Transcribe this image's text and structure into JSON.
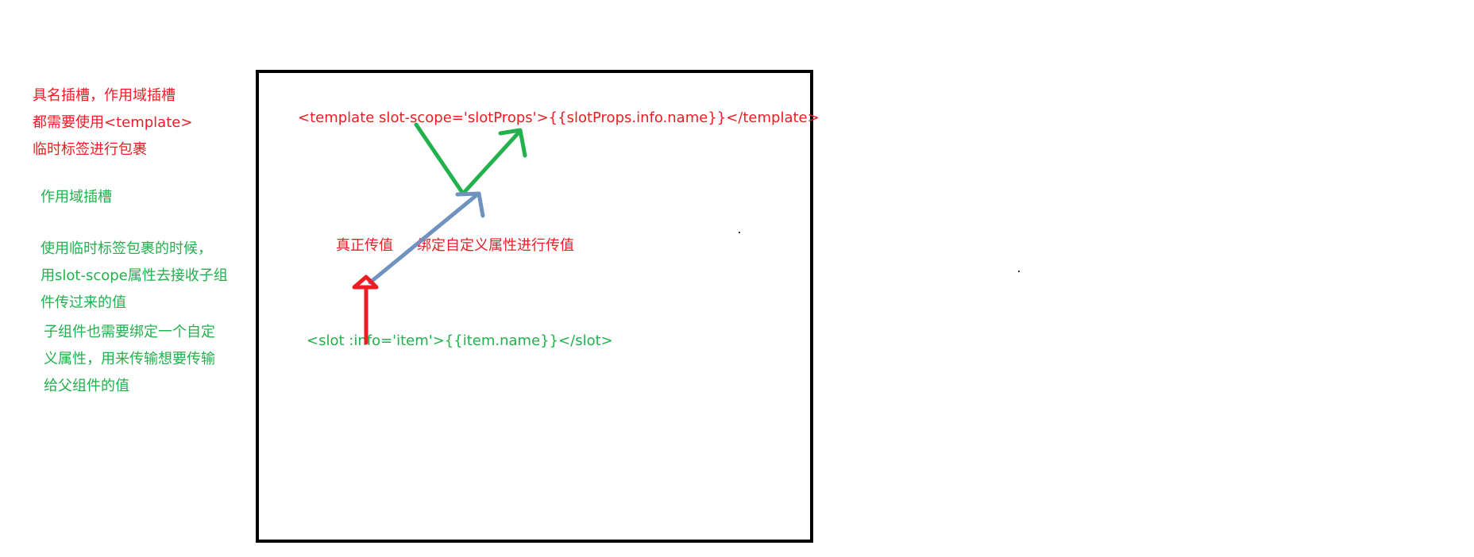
{
  "notes": {
    "red_lines": [
      "具名插槽，作用域插槽",
      "都需要使用<template>",
      "临时标签进行包裹"
    ],
    "green_title": "作用域插槽",
    "green_usage_lines": [
      "使用临时标签包裹的时候，",
      "用slot-scope属性去接收子组",
      "件传过来的值"
    ],
    "green_child_lines": [
      "子组件也需要绑定一个自定",
      "义属性，用来传输想要传输",
      "给父组件的值"
    ]
  },
  "diagram": {
    "template_code": "<template slot-scope='slotProps'>{{slotProps.info.name}}</template>",
    "slot_code": "<slot :info='item'>{{item.name}}</slot>",
    "label_real_pass": "真正传值",
    "label_bind_pass": "绑定自定义属性进行传值"
  },
  "colors": {
    "red": "#ed1c24",
    "green": "#22b14c",
    "blue": "#7092be",
    "frame": "#000000"
  }
}
